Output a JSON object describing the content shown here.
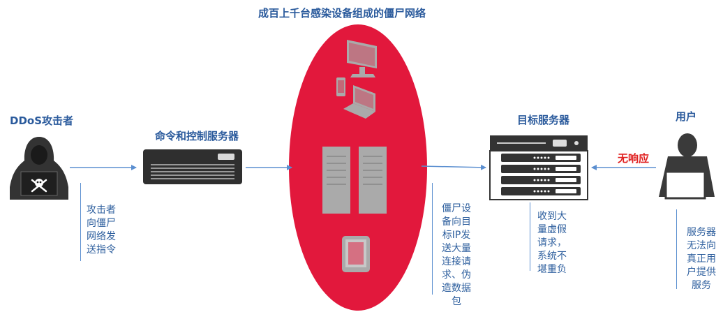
{
  "titles": {
    "botnet": "成百上千台感染设备组成的僵尸网络",
    "attacker": "DDoS攻击者",
    "cnc": "命令和控制服务器",
    "target": "目标服务器",
    "user": "用户",
    "no_response": "无响应"
  },
  "notes": {
    "attacker": [
      "攻击者",
      "向僵尸",
      "网络发",
      "送指令"
    ],
    "botnet": [
      "僵尸设",
      "备向目",
      "标IP发",
      "送大量",
      "连接请",
      "求、伪",
      "造数据",
      "包"
    ],
    "target": [
      "收到大",
      "量虚假",
      "请求，",
      "系统不",
      "堪重负"
    ],
    "user": [
      "服务器",
      "无法向",
      "真正用",
      "户提供",
      "服务"
    ]
  },
  "colors": {
    "botnet_ellipse": "#e2183c",
    "device": "#aaaaaa",
    "server": "#3a3a3a",
    "arrow": "#5b8fd0",
    "label": "#2a5a9c",
    "alert": "#e02020"
  },
  "icons": [
    "hacker-icon",
    "skull-icon",
    "cnc-server-icon",
    "monitor-icon",
    "phone-icon",
    "laptop-icon",
    "tower-server-icon",
    "tablet-icon",
    "target-server-icon",
    "user-icon"
  ]
}
